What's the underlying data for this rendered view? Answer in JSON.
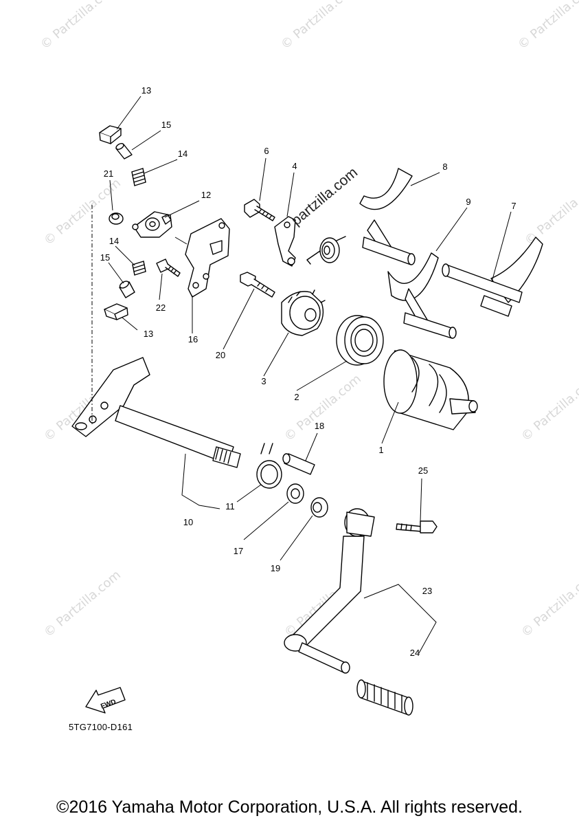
{
  "watermark_text": "© Partzilla.com",
  "site_logo": "partzilla.com",
  "fwd_label": "FWD",
  "part_code": "5TG7100-D161",
  "copyright": "©2016 Yamaha Motor Corporation, U.S.A. All rights reserved.",
  "callouts": [
    "13",
    "15",
    "14",
    "21",
    "12",
    "14",
    "15",
    "22",
    "13",
    "16",
    "6",
    "4",
    "8",
    "9",
    "7",
    "20",
    "3",
    "2",
    "1",
    "18",
    "10",
    "11",
    "17",
    "19",
    "25",
    "23",
    "24"
  ]
}
